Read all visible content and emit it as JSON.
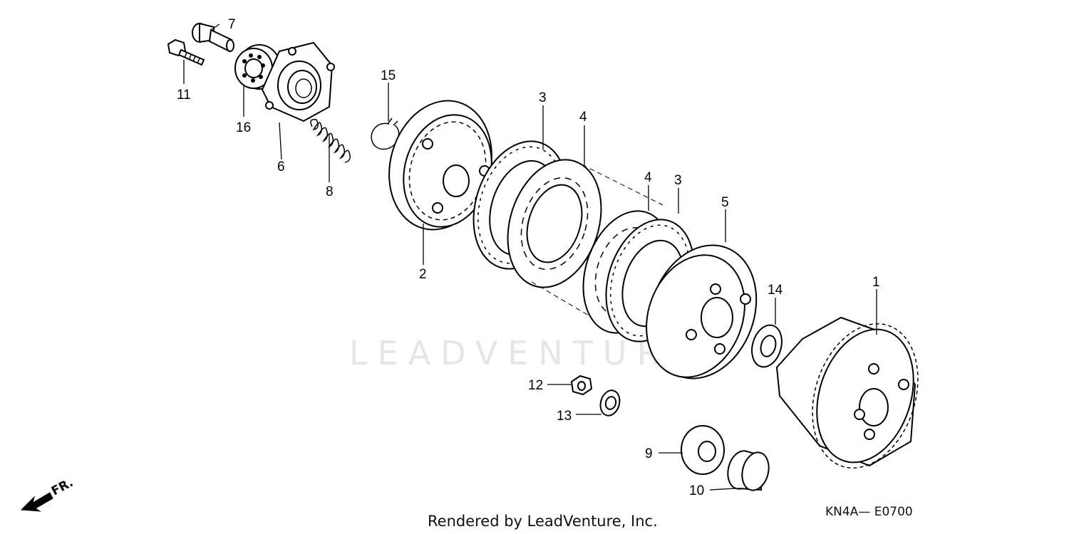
{
  "diagram": {
    "callouts": {
      "c1": "1",
      "c2": "2",
      "c3a": "3",
      "c3b": "3",
      "c4a": "4",
      "c4b": "4",
      "c5": "5",
      "c6": "6",
      "c7": "7",
      "c8": "8",
      "c9": "9",
      "c10": "10",
      "c11": "11",
      "c12": "12",
      "c13": "13",
      "c14": "14",
      "c15": "15",
      "c16": "16"
    },
    "direction_label": "FR.",
    "watermark": "LEADVENTURE",
    "footer_text": "Rendered by LeadVenture, Inc.",
    "diagram_code": "KN4A— E0700"
  }
}
